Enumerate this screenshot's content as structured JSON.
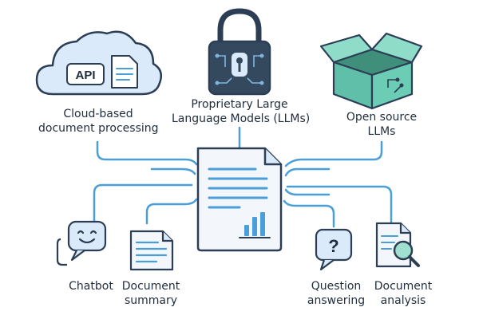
{
  "top_nodes": [
    {
      "id": "cloud",
      "icon": "cloud-api-icon",
      "badge": "API",
      "lines": [
        "Cloud-based",
        "document processing"
      ]
    },
    {
      "id": "proprietary",
      "icon": "padlock-icon",
      "lines": [
        "Proprietary Large",
        "Language Models (LLMs)"
      ]
    },
    {
      "id": "opensource",
      "icon": "open-box-icon",
      "lines": [
        "Open source",
        "LLMs"
      ]
    }
  ],
  "center": {
    "icon": "document-chart-icon"
  },
  "bottom_nodes": [
    {
      "id": "chatbot",
      "icon": "chat-bubble-icon",
      "lines": [
        "Chatbot"
      ]
    },
    {
      "id": "summary",
      "icon": "document-summary-icon",
      "lines": [
        "Document",
        "summary"
      ]
    },
    {
      "id": "qa",
      "icon": "question-bubble-icon",
      "badge": "?",
      "lines": [
        "Question",
        "answering"
      ]
    },
    {
      "id": "analysis",
      "icon": "document-magnifier-icon",
      "lines": [
        "Document",
        "analysis"
      ]
    }
  ],
  "colors": {
    "line": "#4a9fd8",
    "outline": "#2c3e55",
    "light_blue": "#dbeafa",
    "teal": "#5fbfa8",
    "navy": "#34495e",
    "paper": "#f3f7fb"
  }
}
